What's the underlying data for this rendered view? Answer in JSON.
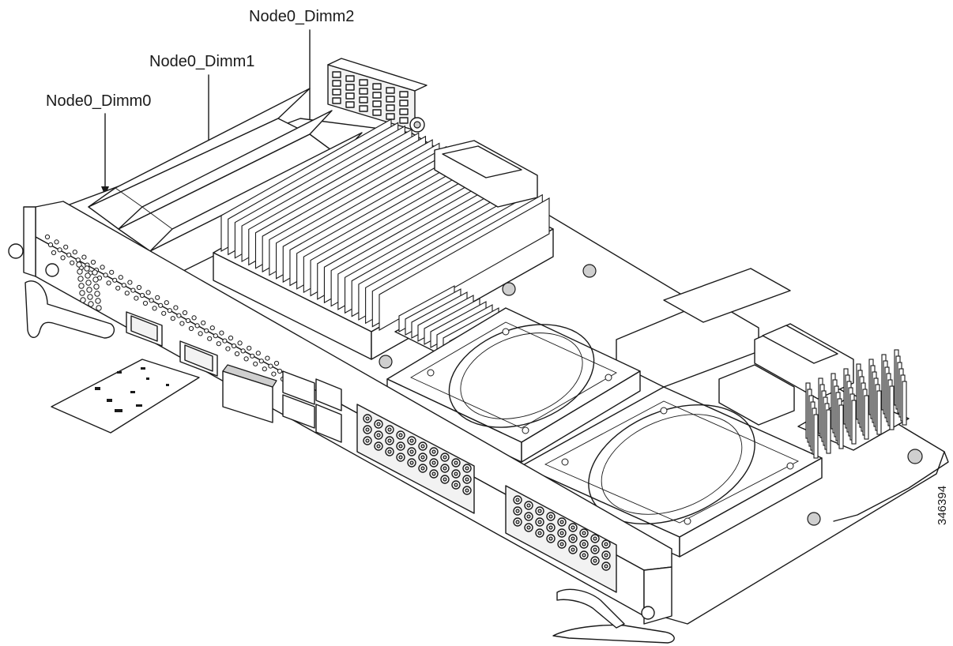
{
  "callouts": [
    {
      "label": "Node0_Dimm0"
    },
    {
      "label": "Node0_Dimm1"
    },
    {
      "label": "Node0_Dimm2"
    }
  ],
  "figure_id": "346394"
}
